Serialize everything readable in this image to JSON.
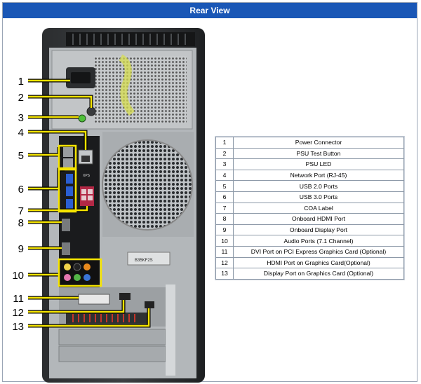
{
  "header": {
    "title": "Rear View"
  },
  "callouts": [
    "1",
    "2",
    "3",
    "4",
    "5",
    "6",
    "7",
    "8",
    "9",
    "10",
    "11",
    "12",
    "13"
  ],
  "table": {
    "rows": [
      {
        "num": "1",
        "label": "Power Connector"
      },
      {
        "num": "2",
        "label": "PSU Test Button"
      },
      {
        "num": "3",
        "label": "PSU LED"
      },
      {
        "num": "4",
        "label": "Network Port (RJ-45)"
      },
      {
        "num": "5",
        "label": "USB 2.0 Ports"
      },
      {
        "num": "6",
        "label": "USB 3.0 Ports"
      },
      {
        "num": "7",
        "label": "COA Label"
      },
      {
        "num": "8",
        "label": "Onboard HDMI Port"
      },
      {
        "num": "9",
        "label": "Onboard Display Port"
      },
      {
        "num": "10",
        "label": "Audio Ports (7.1 Channel)"
      },
      {
        "num": "11",
        "label": "DVI Port on PCI Express Graphics Card (Optional)"
      },
      {
        "num": "12",
        "label": "HDMI Port on Graphics Card(Optional)"
      },
      {
        "num": "13",
        "label": "Display Port on Graphics Card (Optional)"
      }
    ]
  },
  "photo": {
    "panel_badge": "XPS",
    "service_tag": "B35KF2S"
  },
  "colors": {
    "header_bg": "#1a57b6",
    "callout_line": "#f5e400",
    "table_border": "#8d99a8"
  }
}
